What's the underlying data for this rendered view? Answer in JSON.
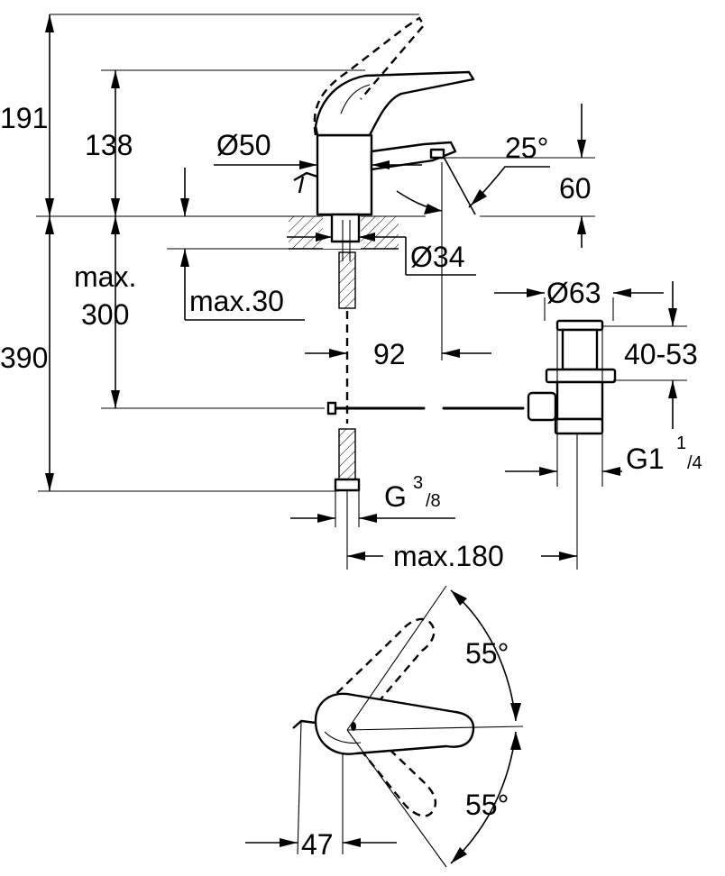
{
  "dimensions": {
    "total_height_top": "191",
    "spout_height": "138",
    "body_diameter": "Ø50",
    "hole_diameter": "Ø34",
    "max_hose_label": "max.",
    "max_hose_value": "300",
    "max_thickness": "max.30",
    "total_height_bottom": "390",
    "spout_reach": "92",
    "spout_angle": "25°",
    "spout_clearance": "60",
    "waste_diameter": "Ø63",
    "waste_range": "40-53",
    "waste_thread_prefix": "G1",
    "waste_thread_num": "1",
    "waste_thread_den": "/4",
    "hose_thread_prefix": "G",
    "hose_thread_num": "3",
    "hose_thread_den": "/8",
    "max_distance": "max.180",
    "lever_angle_top": "55°",
    "lever_angle_bottom": "55°",
    "lever_offset": "47"
  }
}
